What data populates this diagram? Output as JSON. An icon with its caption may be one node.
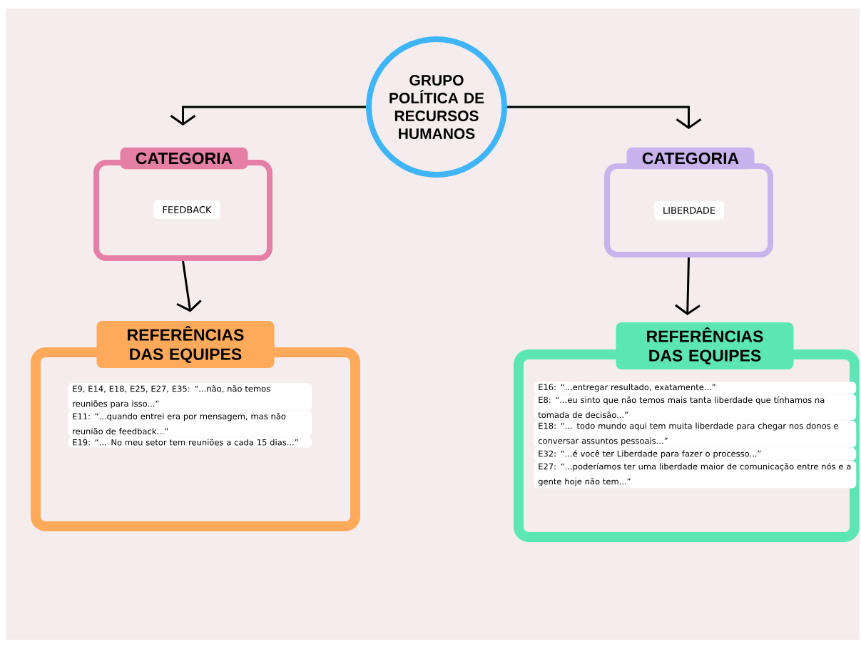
{
  "diagram": {
    "nodes": [
      {
        "text": [
          "GRUPO POLÍTICA DE RECURSOS HUMANOS"
        ]
      },
      {
        "text": [
          "CATEGORIA",
          "FEEDBACK"
        ]
      },
      {
        "text": [
          "REFERÊNCIAS DAS EQUIPES",
          "E9, E14, E18, E25, E27, E35: “...não, não temos reuniões para isso...”",
          "E11: “...quando entrei era por mensagem, mas não reunião de feedback...”",
          "E19: “... No meu setor tem reuniões a cada 15 dias...”"
        ]
      },
      {
        "text": [
          "CATEGORIA",
          "LIBERDADE"
        ]
      },
      {
        "text": [
          "REFERÊNCIAS DAS EQUIPES",
          "E16: “...entregar resultado, exatamente...”",
          "E8: “...eu sinto que não temos mais tanta liberdade que tínhamos na tomada de decisão...”",
          "E18: “... todo mundo aqui tem muita liberdade para chegar nos donos e conversar assuntos pessoais...”",
          "E32: “...é você ter Liberdade para fazer o processo...”",
          "E27: “...poderíamos ter uma liberdade maior de comunicação entre nós e a gente hoje não tem...”"
        ]
      }
    ],
    "edges": [
      {
        "from": 0,
        "to": 1,
        "arrow": "to"
      },
      {
        "from": 0,
        "to": 3,
        "arrow": "to"
      },
      {
        "from": 1,
        "to": 2,
        "arrow": "to"
      },
      {
        "from": 3,
        "to": 4,
        "arrow": "to"
      }
    ]
  }
}
